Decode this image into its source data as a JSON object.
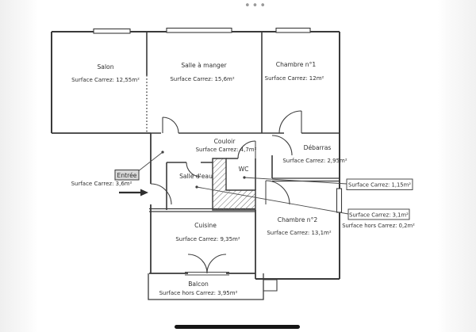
{
  "chrome": {
    "menu_dots": "•••"
  },
  "rooms": {
    "salon": {
      "name": "Salon",
      "surface": "Surface Carrez: 12,55m²"
    },
    "salle_a_manger": {
      "name": "Salle à manger",
      "surface": "Surface Carrez: 15,6m²"
    },
    "chambre1": {
      "name": "Chambre n°1",
      "surface": "Surface Carrez: 12m²"
    },
    "couloir": {
      "name": "Couloir",
      "surface": "Surface Carrez: 4,7m²"
    },
    "debarras": {
      "name": "Débarras",
      "surface": "Surface Carrez: 2,95m²"
    },
    "entree": {
      "name": "Entrée",
      "surface": "Surface Carrez: 3,6m²"
    },
    "salle_deau": {
      "name": "Salle d'eau"
    },
    "wc": {
      "name": "WC"
    },
    "cuisine": {
      "name": "Cuisine",
      "surface": "Surface Carrez: 9,35m²"
    },
    "chambre2": {
      "name": "Chambre n°2",
      "surface": "Surface Carrez: 13,1m²"
    },
    "balcon": {
      "name": "Balcon",
      "surface": "Surface hors Carrez: 3,95m²"
    }
  },
  "callouts": {
    "wc": {
      "label": "Surface Carrez: 1,15m²"
    },
    "salle_deau": {
      "label": "Surface Carrez: 3,1m²",
      "sub": "Surface hors Carrez: 0,2m²"
    }
  },
  "colors": {
    "wall": "#3a3a3a",
    "text": "#2e2e2e",
    "entree_box_fill": "#d9d9d9"
  }
}
